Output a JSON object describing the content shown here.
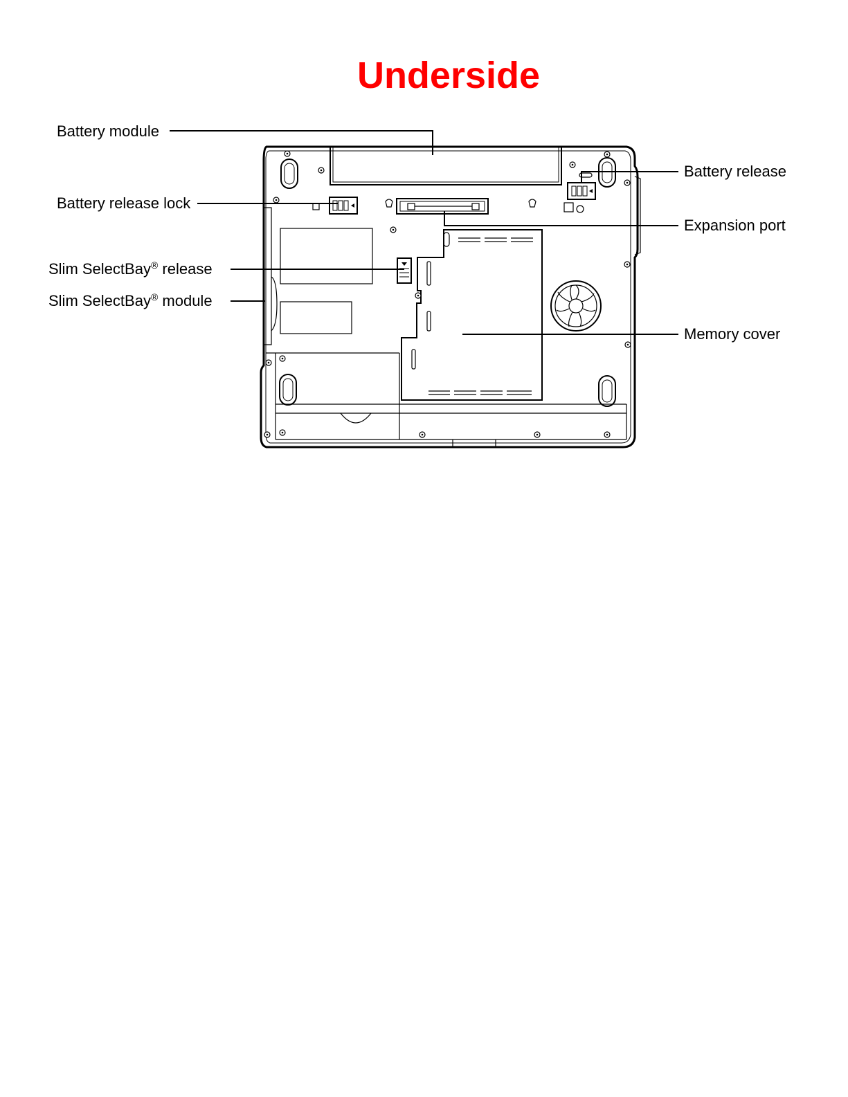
{
  "title": "Underside",
  "colors": {
    "title": "#ff0000",
    "lines": "#000000",
    "background": "#ffffff"
  },
  "labels": {
    "battery_module": "Battery module",
    "battery_release_lock": "Battery release lock",
    "slimselectbay_release": {
      "text": "Slim SelectBay",
      "mark": "®",
      "suffix": " release"
    },
    "slimselectbay_module": {
      "text": "Slim SelectBay",
      "mark": "®",
      "suffix": " module"
    },
    "battery_release": "Battery release",
    "expansion_port": "Expansion port",
    "memory_cover": "Memory cover"
  }
}
